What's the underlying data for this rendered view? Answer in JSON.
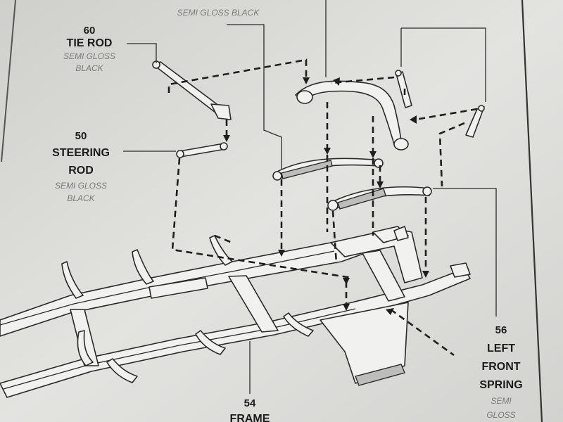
{
  "labels": {
    "spring_top": {
      "finish": "SEMI GLOSS BLACK"
    },
    "tie_rod": {
      "number": "60",
      "name": "TIE ROD",
      "finish_line1": "SEMI GLOSS",
      "finish_line2": "BLACK"
    },
    "steering_rod": {
      "number": "50",
      "name_line1": "STEERING",
      "name_line2": "ROD",
      "finish_line1": "SEMI GLOSS",
      "finish_line2": "BLACK"
    },
    "left_front_spring": {
      "number": "56",
      "name_line1": "LEFT",
      "name_line2": "FRONT",
      "name_line3": "SPRING",
      "finish_line1": "SEMI",
      "finish_line2": "GLOSS"
    },
    "frame": {
      "number": "54",
      "name": "FRAME"
    }
  }
}
